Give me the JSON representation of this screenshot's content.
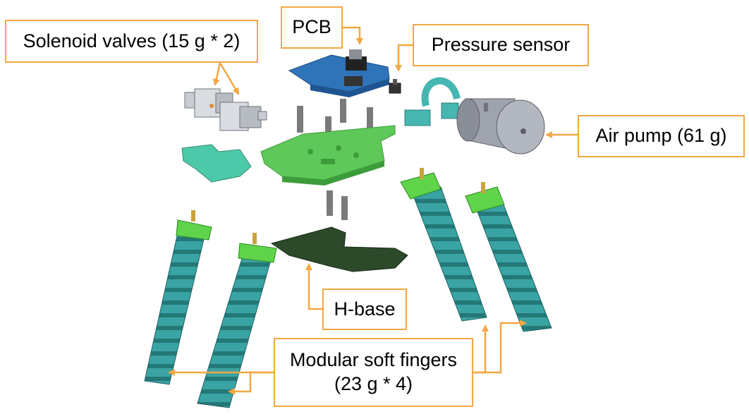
{
  "labels": {
    "solenoid": "Solenoid valves (15 g * 2)",
    "pcb": "PCB",
    "pressure": "Pressure sensor",
    "air_pump": "Air pump (61 g)",
    "h_base": "H-base",
    "fingers_line1": "Modular soft fingers",
    "fingers_line2": "(23 g * 4)"
  },
  "colors": {
    "label_border": "#f4a742",
    "arrow": "#f4a742",
    "finger_body": "#3aa3a3",
    "finger_dark": "#247878",
    "finger_cap": "#5fd34a",
    "plate_green": "#5fc85a",
    "plate_dark": "#3d9c3a",
    "bracket_teal": "#4cc9a8",
    "base_dark": "#2c4a2a",
    "pcb_blue": "#2f73b8",
    "pump_grey": "#9fa3ad",
    "tube_teal": "#45b6b0",
    "standoff_grey": "#7a7a7a"
  },
  "icons": [
    "solenoid-valve-icon",
    "pcb-board-icon",
    "pressure-sensor-icon",
    "air-pump-icon",
    "tube-icon",
    "mounting-plate-icon",
    "bracket-icon",
    "h-base-icon",
    "soft-finger-icon",
    "standoff-icon"
  ]
}
